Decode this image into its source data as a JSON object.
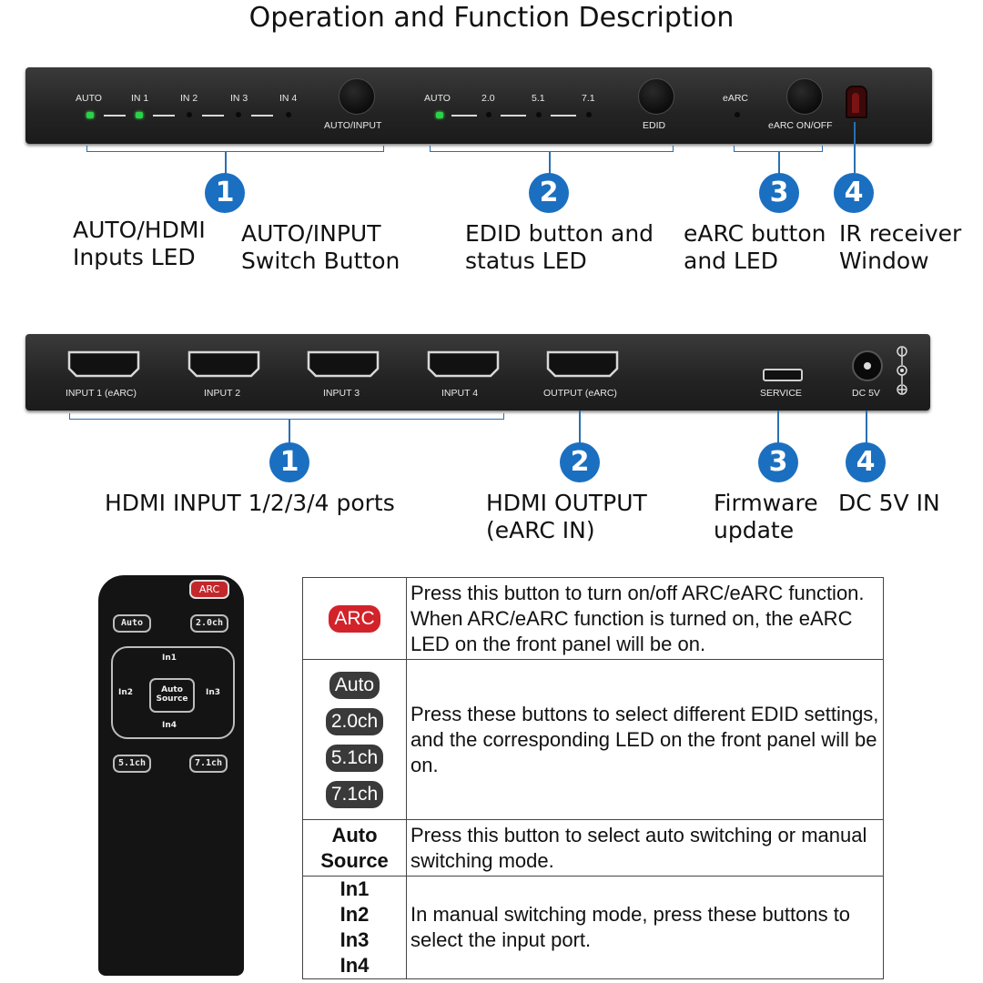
{
  "title": "Operation and Function Description",
  "front_panel": {
    "input_leds": [
      "AUTO",
      "IN 1",
      "IN 2",
      "IN 3",
      "IN 4"
    ],
    "input_button": "AUTO/INPUT",
    "edid_leds": [
      "AUTO",
      "2.0",
      "5.1",
      "7.1"
    ],
    "edid_button": "EDID",
    "earc_led": "eARC",
    "earc_button": "eARC ON/OFF"
  },
  "front_callouts": [
    {
      "number": "1",
      "captions": [
        "AUTO/HDMI\nInputs LED",
        "AUTO/INPUT\nSwitch Button"
      ]
    },
    {
      "number": "2",
      "caption": "EDID button and\nstatus LED"
    },
    {
      "number": "3",
      "caption": "eARC button\nand LED"
    },
    {
      "number": "4",
      "caption": "IR receiver\nWindow"
    }
  ],
  "rear_panel": {
    "ports": [
      "INPUT 1 (eARC)",
      "INPUT 2",
      "INPUT 3",
      "INPUT 4",
      "OUTPUT (eARC)"
    ],
    "service": "SERVICE",
    "dc": "DC 5V"
  },
  "rear_callouts": [
    {
      "number": "1",
      "caption": "HDMI INPUT 1/2/3/4 ports"
    },
    {
      "number": "2",
      "caption": "HDMI OUTPUT\n(eARC IN)"
    },
    {
      "number": "3",
      "caption": "Firmware\nupdate"
    },
    {
      "number": "4",
      "caption": "DC 5V IN"
    }
  ],
  "remote": {
    "arc": "ARC",
    "auto": "Auto",
    "ch20": "2.0ch",
    "in1": "In1",
    "in2": "In2",
    "in3": "In3",
    "in4": "In4",
    "center_1": "Auto",
    "center_2": "Source",
    "ch51": "5.1ch",
    "ch71": "7.1ch"
  },
  "table": {
    "row1": {
      "pill": "ARC",
      "text": "Press this button to turn on/off ARC/eARC function. When ARC/eARC function is turned on, the eARC LED on the front panel will be on."
    },
    "row2": {
      "pills": [
        "Auto",
        "2.0ch",
        "5.1ch",
        "7.1ch"
      ],
      "text": "Press these buttons to select different EDID settings, and the corresponding LED on the front panel will be on."
    },
    "row3": {
      "label_1": "Auto",
      "label_2": "Source",
      "text": "Press this button to select auto switching or manual switching mode."
    },
    "row4": {
      "labels": [
        "In1",
        "In2",
        "In3",
        "In4"
      ],
      "text": "In manual switching mode, press these buttons to select the input port."
    }
  },
  "colors": {
    "accent": "#1b6fc0",
    "led_green": "#2ad14a",
    "arc_red": "#d2232a"
  }
}
